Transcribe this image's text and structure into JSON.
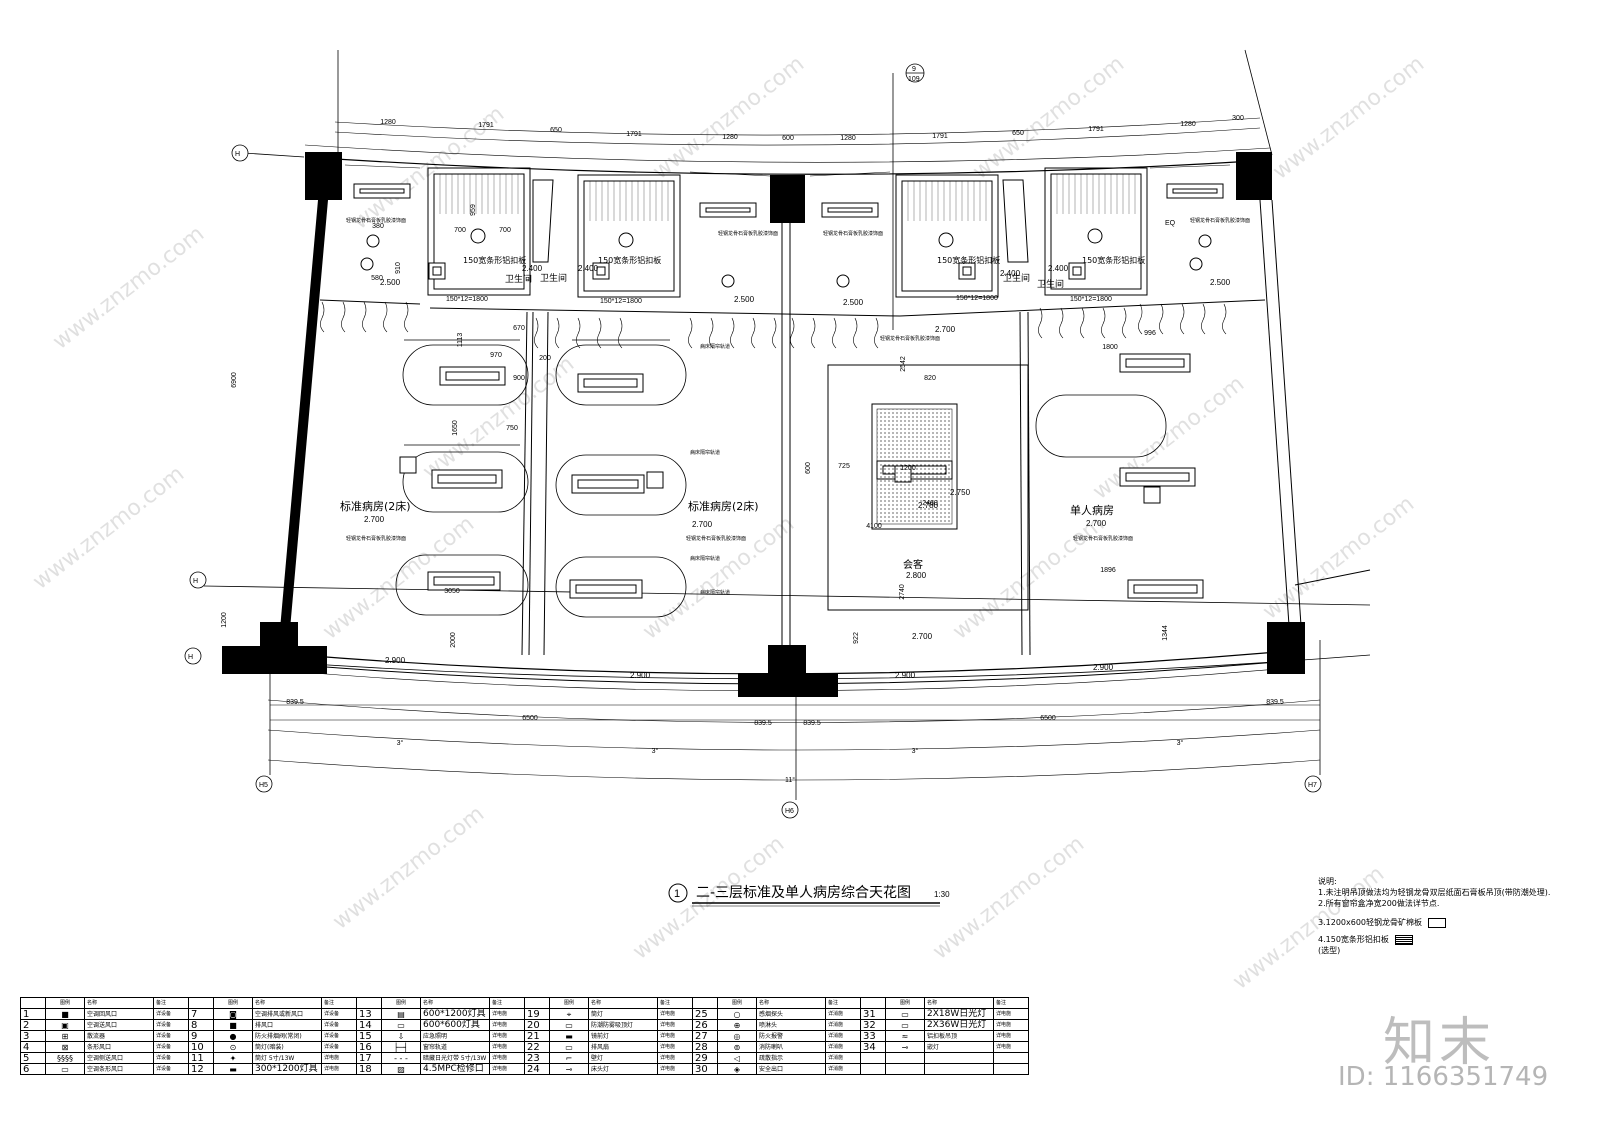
{
  "drawing": {
    "title_no": "1",
    "title": "二-三层标准及单人病房综合天花图",
    "scale": "1:30",
    "axes": {
      "h5": "H5",
      "h6": "H6",
      "h7": "H7",
      "top": "H",
      "left_a": "H",
      "left_b": "H"
    },
    "section_mark": {
      "num": "9",
      "sheet": "109"
    },
    "top_dims": [
      "1280",
      "1791",
      "650",
      "1791",
      "1280",
      "600",
      "1280",
      "1791",
      "650",
      "1791",
      "1280",
      "300"
    ],
    "bottom_dims": {
      "side": "839.5",
      "bay": "6500",
      "mid_left": "839.5",
      "mid_right": "839.5",
      "angle": "3°",
      "total_angle": "11°"
    },
    "left_dims": {
      "room_depth": "6900",
      "corridor": "1200"
    },
    "rooms": {
      "standard": "标准病房(2床)",
      "single": "单人病房",
      "reception": "会客",
      "wc": "卫生间"
    },
    "levels": {
      "room": "2.700",
      "corridor": "2.900",
      "wc": "2.400",
      "niche": "2.500",
      "ceiling_up": "2.750",
      "reception_low": "2.780",
      "reception": "2.800"
    },
    "notes_text": {
      "ceiling_board": "轻钢龙骨石膏板乳胶漆饰面",
      "curtain_track": "病床隔帘轨道",
      "aluminum_panel": "150宽条形铝扣板",
      "wc_grid": "150*12=1800"
    },
    "misc_dims": [
      "959",
      "700",
      "700",
      "910",
      "580",
      "1113",
      "670",
      "970",
      "900",
      "1650",
      "750",
      "2000",
      "3050",
      "200",
      "2542",
      "820",
      "725",
      "1200",
      "600",
      "2460",
      "4100",
      "2740",
      "922",
      "1800",
      "996",
      "1896",
      "1344",
      "EQ",
      "380"
    ],
    "notes": {
      "heading": "说明:",
      "items": [
        "1.未注明吊顶做法均为轻钢龙骨双层纸面石膏板吊顶(带防潮处理).",
        "2.所有窗帘盒净宽200做法详节点."
      ],
      "board_label": "3.1200x600轻钢龙骨矿棉板",
      "strip_label": "4.150宽条形铝扣板",
      "strip_sub": "(选型)"
    },
    "legend": {
      "header": [
        "图例",
        "名称",
        "备注"
      ],
      "rows": [
        [
          "1",
          "■",
          "空调回风口",
          "详设备",
          "7",
          "◙",
          "空调排风或新风口",
          "详设备",
          "13",
          "▤",
          "600*1200灯具",
          "详电施",
          "19",
          "⌖",
          "筒灯",
          "详电施",
          "25",
          "○",
          "感烟探头",
          "详消施",
          "31",
          "▭",
          "2X18W日光灯",
          "详电施"
        ],
        [
          "2",
          "▣",
          "空调送风口",
          "详设备",
          "8",
          "■",
          "排风口",
          "详设备",
          "14",
          "▭",
          "600*600灯具",
          "详电施",
          "20",
          "▭",
          "防潮防雾吸顶灯",
          "详电施",
          "26",
          "⊕",
          "喷淋头",
          "详消施",
          "32",
          "▭",
          "2X36W日光灯",
          "详电施"
        ],
        [
          "3",
          "⊞",
          "散流器",
          "详设备",
          "9",
          "●",
          "防火排烟阀(常闭)",
          "详设备",
          "15",
          "⇩",
          "应急照明",
          "详电施",
          "21",
          "▬",
          "镜前灯",
          "详电施",
          "27",
          "◎",
          "防火报警",
          "详消施",
          "33",
          "≈",
          "铝扣板吊顶",
          "详电施"
        ],
        [
          "4",
          "⊠",
          "条形风口",
          "详设备",
          "10",
          "⊙",
          "筒灯(暗装)",
          "详设备",
          "16",
          "├─┤",
          "窗帘轨道",
          "详电施",
          "22",
          "▭",
          "排风扇",
          "详电施",
          "28",
          "⊚",
          "消防喇叭",
          "详消施",
          "34",
          "⊸",
          "嵌灯",
          "详电施"
        ],
        [
          "5",
          "§§§§",
          "空调侧送风口",
          "详设备",
          "11",
          "✦",
          "筒灯 5寸/13W",
          "详电施",
          "17",
          "- - -",
          "暗藏日光灯带 5寸/13W",
          "详电施",
          "23",
          "⌐",
          "壁灯",
          "详电施",
          "29",
          "◁",
          "疏散指示",
          "详消施",
          "",
          "",
          "",
          ""
        ],
        [
          "6",
          "▭",
          "空调条形风口",
          "详设备",
          "12",
          "▬",
          "300*1200灯具",
          "详电施",
          "18",
          "▨",
          "4.5MPC检修口",
          "详电施",
          "24",
          "⊸",
          "床头灯",
          "详电施",
          "30",
          "◈",
          "安全出口",
          "详消施",
          "",
          "",
          "",
          ""
        ]
      ]
    },
    "watermark": "www.znzmo.com",
    "brand": "知末",
    "id_label": "ID: 1166351749"
  }
}
